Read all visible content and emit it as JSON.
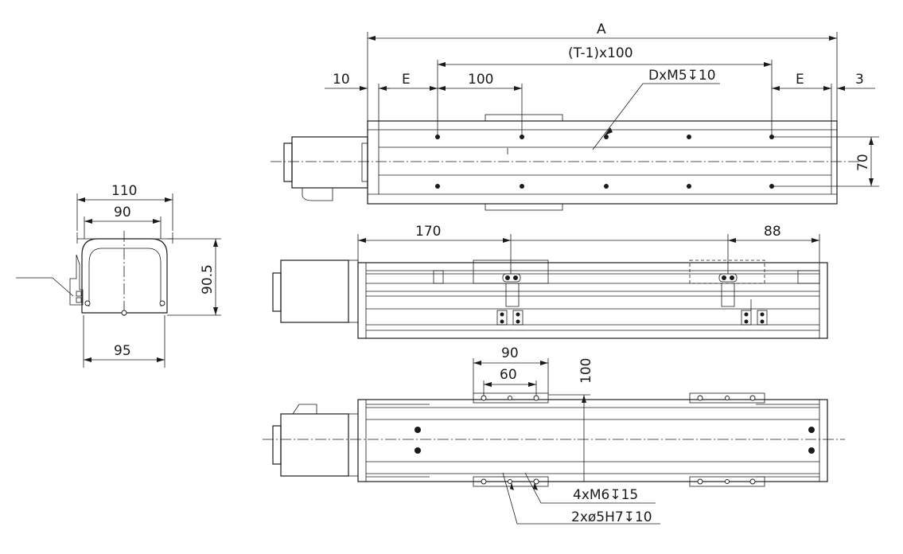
{
  "end_view": {
    "width_outer": "110",
    "width_inner": "90",
    "height": "90.5",
    "base_width": "95"
  },
  "top_view": {
    "overall_length": "A",
    "pitch_span": "(T-1)x100",
    "left_margin": "10",
    "end_spacing_left": "E",
    "hole_pitch": "100",
    "hole_spec": "DxM5↧10",
    "end_spacing_right": "E",
    "right_margin": "3",
    "hole_row_spacing": "70"
  },
  "side_view": {
    "carriage_offset": "170",
    "carriage_end": "88"
  },
  "bottom_view": {
    "carriage_width": "90",
    "carriage_hole_pitch": "60",
    "height": "100",
    "thread_spec": "4xM6↧15",
    "pin_spec": "2xø5H7↧10"
  }
}
